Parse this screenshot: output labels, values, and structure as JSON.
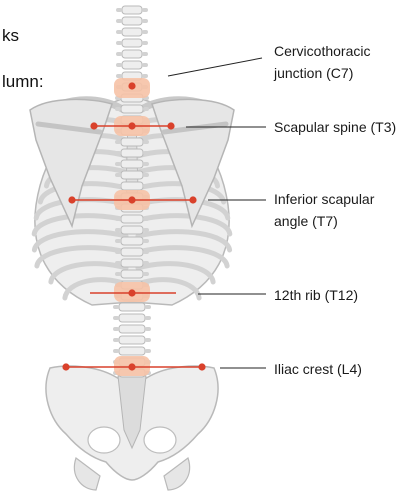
{
  "cutoff_text": [
    "ks",
    "lumn:"
  ],
  "colors": {
    "bone": "#eeeeee",
    "bone_shade": "#d2d2d2",
    "bone_edge": "#b9b9b9",
    "highlight": "#f6c2a6",
    "marker": "#d9412b",
    "leader": "#222222"
  },
  "landmarks": [
    {
      "label_lines": [
        "Cervicothoracic",
        "junction (C7)"
      ],
      "vertebra": "C7"
    },
    {
      "label_lines": [
        "Scapular spine (T3)"
      ],
      "vertebra": "T3"
    },
    {
      "label_lines": [
        "Inferior scapular",
        "angle (T7)"
      ],
      "vertebra": "T7"
    },
    {
      "label_lines": [
        "12th rib (T12)"
      ],
      "vertebra": "T12"
    },
    {
      "label_lines": [
        "Iliac crest (L4)"
      ],
      "vertebra": "L4"
    }
  ]
}
